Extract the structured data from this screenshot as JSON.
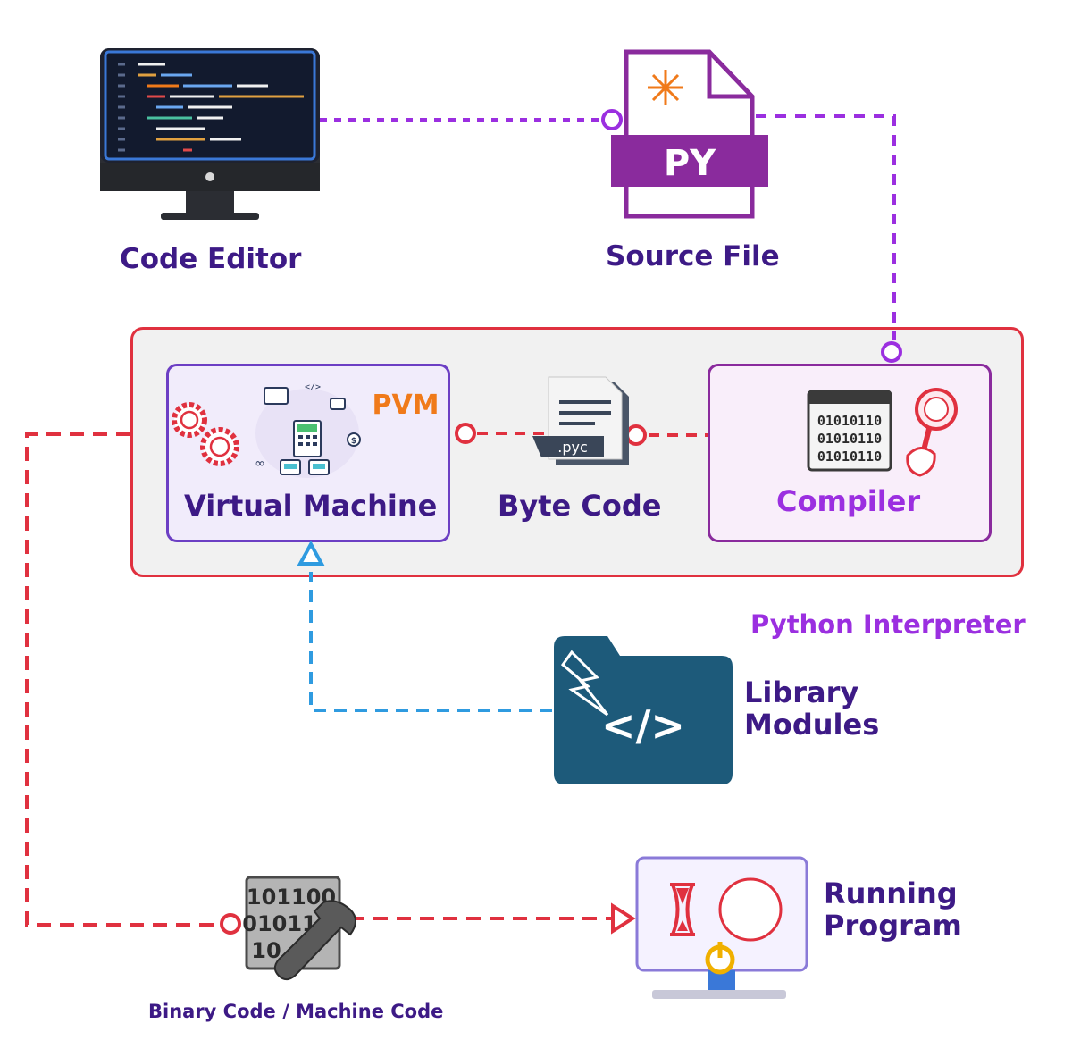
{
  "nodes": {
    "code_editor": "Code Editor",
    "source_file": "Source File",
    "source_file_ext": "PY",
    "virtual_machine": "Virtual Machine",
    "pvm_badge": "PVM",
    "byte_code": "Byte Code",
    "byte_code_ext": ".pyc",
    "compiler": "Compiler",
    "compiler_bits": [
      "01010110",
      "01010110",
      "01010110"
    ],
    "interpreter_label": "Python Interpreter",
    "library_modules": [
      "Library",
      "Modules"
    ],
    "running_program": [
      "Running",
      "Program"
    ],
    "binary_code": "Binary Code / Machine Code",
    "binary_digits": [
      "101100",
      "01011",
      "10"
    ]
  },
  "colors": {
    "title_purple": "#3d1a86",
    "violet": "#9b2fe0",
    "red": "#e0313f",
    "blue": "#2f9be0",
    "magenta": "#8a2b9d",
    "orange": "#f07a1a",
    "navy": "#1d5a7a"
  },
  "icons": [
    "monitor-code-icon",
    "py-file-icon",
    "gears-icon",
    "network-illustration-icon",
    "pyc-document-icon",
    "binary-search-icon",
    "code-folder-icon",
    "binary-wrench-icon",
    "monitor-hourglass-power-icon"
  ]
}
